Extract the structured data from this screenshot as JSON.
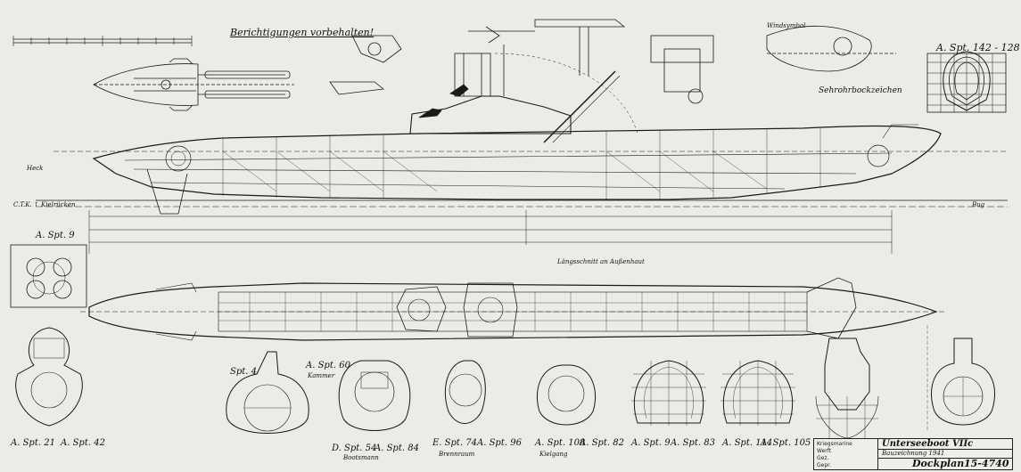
{
  "header": {
    "warning": "Berichtigungen vorbehalten!",
    "frame_ref_top_right": "A. Spt. 142 - 128"
  },
  "labels": {
    "periscope_detail": "Sehrohrbockzeichen",
    "wind_label": "Windsymbol",
    "frame_9": "A. Spt. 9",
    "frame_left_a": "A. Spt. 21",
    "frame_left_b": "A. Spt. 42",
    "kiel_label": "C.T.K. ↑ Kielrücken",
    "stern_label": "Heck",
    "bow_label": "Bug",
    "plan_note": "Längsschnitt an Außenhaut",
    "sections": [
      "Spt. 4",
      "A. Spt. 60",
      "D. Spt. 54",
      "A. Spt. 84",
      "E. Spt. 74",
      "A. Spt. 96",
      "A. Spt. 108",
      "A. Spt. 82",
      "A. Spt. 9",
      "A. Spt. 83",
      "A. Spt. 114",
      "A. Spt. 105"
    ],
    "section_captions": [
      "Kammer",
      "Bootsmann",
      "Brennraum",
      "Kielgang"
    ]
  },
  "title_block": {
    "line1": "Unterseeboot VIIc",
    "line2": "Bauzeichnung 1941",
    "line3": "Dockplan",
    "sheet_no": "15-4740"
  },
  "info_block": [
    "Kriegsmarine",
    "Werft",
    "Gez.",
    "Gepr."
  ]
}
